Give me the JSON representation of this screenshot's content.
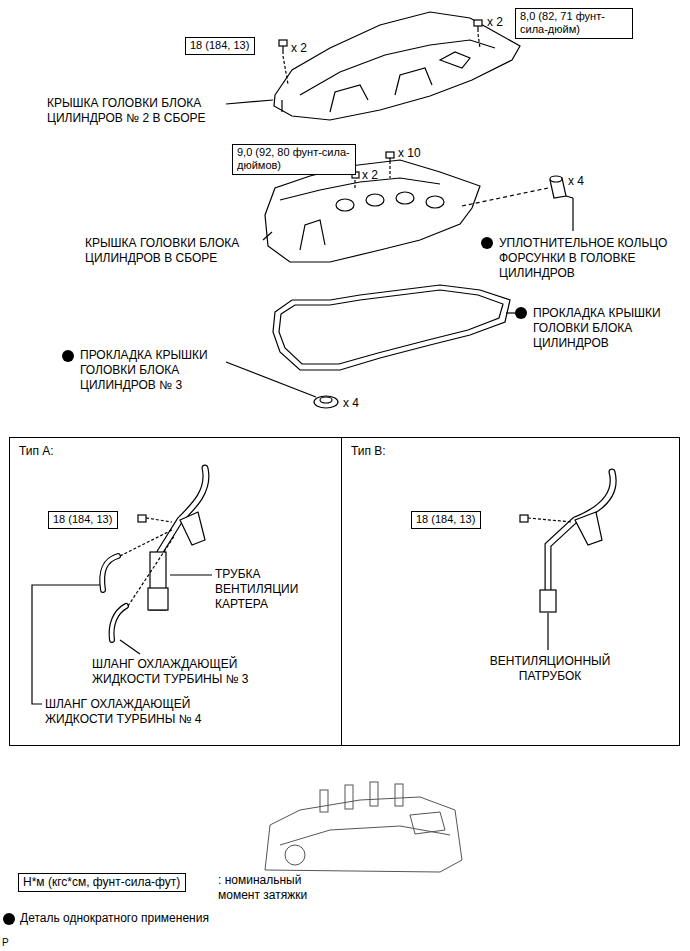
{
  "diagram": {
    "nodes": [
      {
        "text": [
          "18 (184, 13)"
        ]
      },
      {
        "text": [
          "8,0 (82, 71 фунт-сила-дюйм)"
        ]
      },
      {
        "text": [
          "9,0 (92, 80 фунт-сила-дюймов)"
        ]
      },
      {
        "text": [
          "Тип А:"
        ]
      },
      {
        "text": [
          "18 (184, 13)"
        ],
        "in": 3
      },
      {
        "text": [
          "Тип В:"
        ]
      },
      {
        "text": [
          "18 (184, 13)"
        ],
        "in": 5
      },
      {
        "text": [
          "Н*м (кгс*см, фунт-сила-фут)"
        ]
      }
    ],
    "labels": [
      "x 2",
      "x 2",
      "КРЫШКА ГОЛОВКИ БЛОКА ЦИЛИНДРОВ № 2 В СБОРЕ",
      "x 10",
      "x 2",
      "КРЫШКА ГОЛОВКИ БЛОКА ЦИЛИНДРОВ В СБОРЕ",
      "x 4",
      "УПЛОТНИТЕЛЬНОЕ КОЛЬЦО ФОРСУНКИ В ГОЛОВКЕ ЦИЛИНДРОВ",
      "ПРОКЛАДКА КРЫШКИ ГОЛОВКИ БЛОКА ЦИЛИНДРОВ",
      "ПРОКЛАДКА КРЫШКИ ГОЛОВКИ БЛОКА ЦИЛИНДРОВ № 3",
      "x 4",
      "ТРУБКА ВЕНТИЛЯЦИИ КАРТЕРА",
      "ШЛАНГ ОХЛАЖДАЮЩЕЙ ЖИДКОСТИ ТУРБИНЫ № 3",
      "ШЛАНГ ОХЛАЖДАЮЩЕЙ ЖИДКОСТИ ТУРБИНЫ № 4",
      "ВЕНТИЛЯЦИОННЫЙ ПАТРУБОК",
      "P"
    ],
    "legend": [
      {
        "text": ": номинальный момент затяжки"
      },
      {
        "text": "Деталь однократного применения"
      }
    ]
  }
}
